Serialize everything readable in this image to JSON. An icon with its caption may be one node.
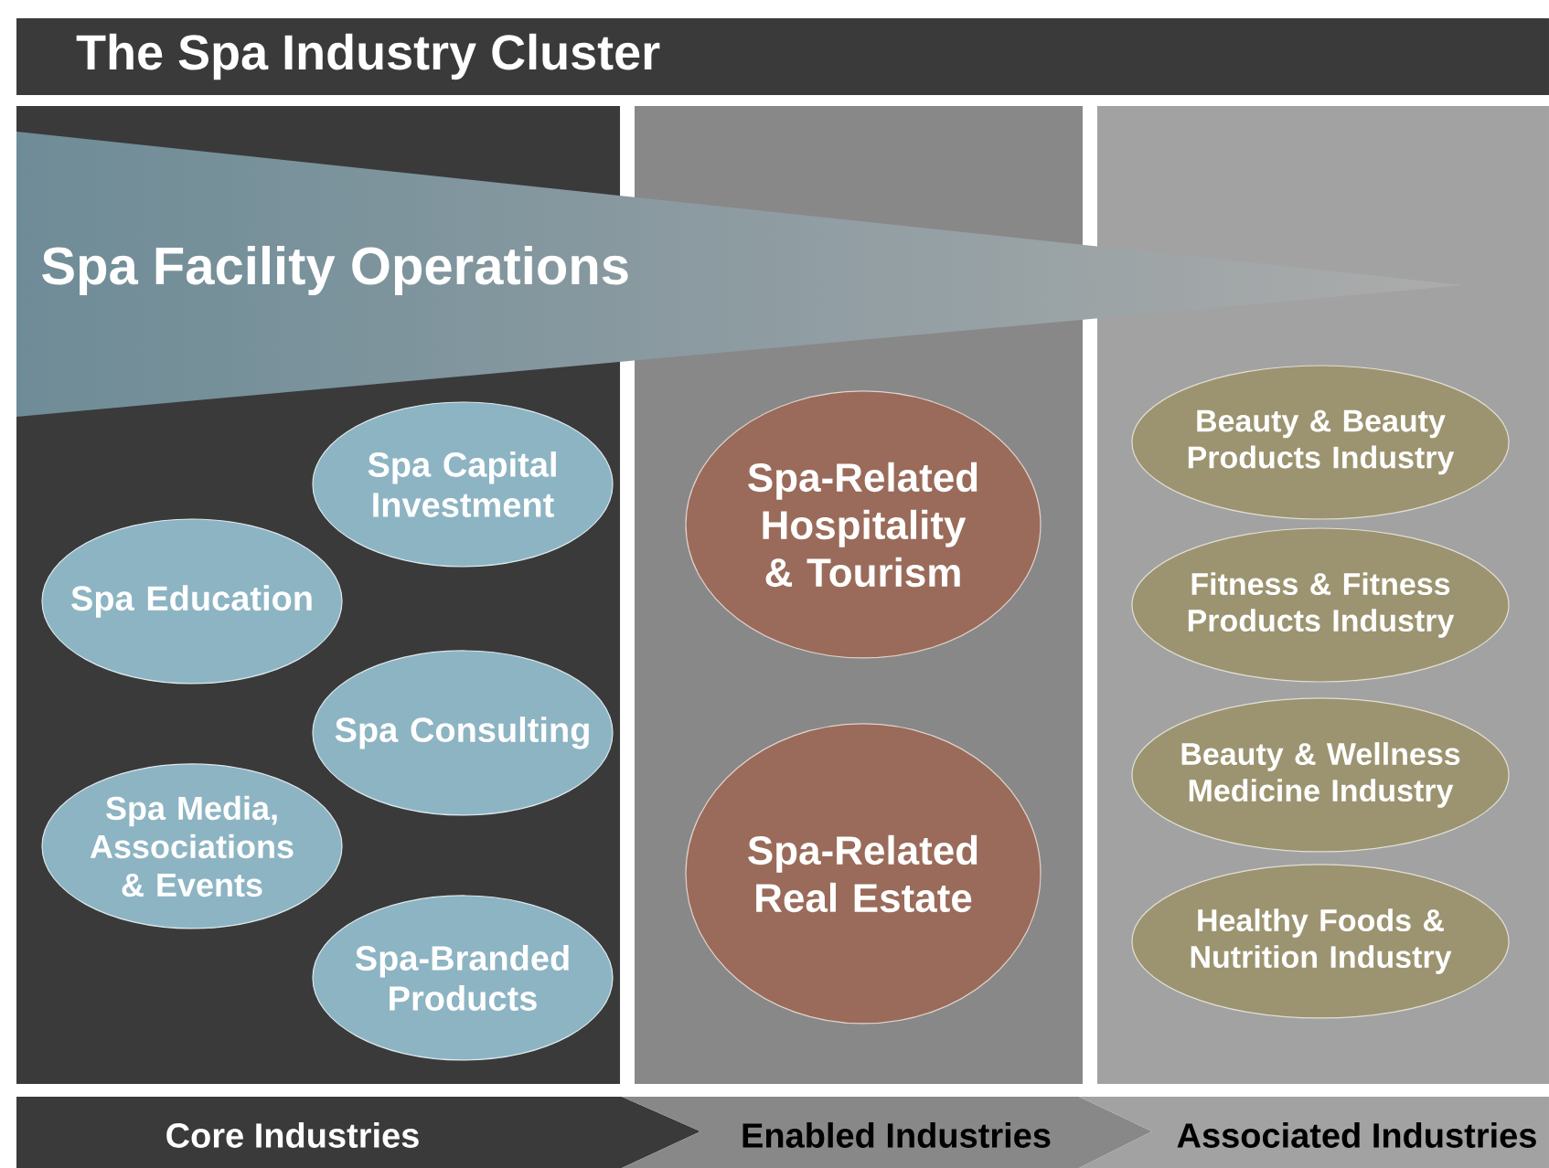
{
  "diagram": {
    "title": "The Spa Industry Cluster",
    "nodes": [
      {
        "text": [
          "Spa Facility Operations"
        ]
      },
      {
        "text": [
          "Spa Capital Investment"
        ]
      },
      {
        "text": [
          "Spa Education"
        ]
      },
      {
        "text": [
          "Spa Consulting"
        ]
      },
      {
        "text": [
          "Spa Media, Associations & Events"
        ]
      },
      {
        "text": [
          "Spa-Branded Products"
        ]
      },
      {
        "text": [
          "Spa-Related Hospitality & Tourism"
        ]
      },
      {
        "text": [
          "Spa-Related Real Estate"
        ]
      },
      {
        "text": [
          "Beauty & Beauty Products Industry"
        ]
      },
      {
        "text": [
          "Fitness & Fitness Products Industry"
        ]
      },
      {
        "text": [
          "Beauty & Wellness Medicine Industry"
        ]
      },
      {
        "text": [
          "Healthy Foods & Nutrition Industry"
        ]
      },
      {
        "text": [
          "Core Industries"
        ]
      },
      {
        "text": [
          "Enabled Industries"
        ]
      },
      {
        "text": [
          "Associated Industries"
        ]
      }
    ]
  }
}
